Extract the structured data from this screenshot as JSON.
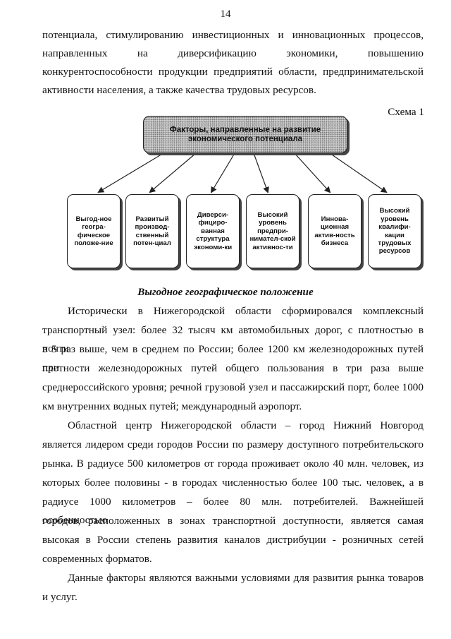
{
  "page_number": "14",
  "intro_lines": [
    "потенциала, стимулированию инвестиционных и инновационных процессов,",
    "направленных на диверсификацию экономики, повышению",
    "конкурентоспособности продукции предприятий области, предпринимательской",
    "активности населения, а также качества трудовых ресурсов."
  ],
  "scheme": {
    "label": "Схема 1",
    "title": "Факторы, направленные на развитие экономического потенциала",
    "factors": [
      "Выгод-ное геогра-фическое положе-ние",
      "Развитый производ-ственный потен-циал",
      "Диверси-фициро-ванная структура экономи-ки",
      "Высокий уровень предпри-нимател-ской активнос-ти",
      "Иннова-ционная актив-ность бизнеса",
      "Высокий уровень квалифи-кации трудовых ресурсов"
    ]
  },
  "section_heading": "Выгодное географическое положение",
  "paragraph_1_lines": [
    "Исторически в Нижегородской области сформировался комплексный",
    "транспортный узел: более 32 тысяч км автомобильных дорог, с плотностью в почти",
    "в 5 раз выше, чем в среднем по России; более 1200 км железнодорожных путей при",
    "плотности железнодорожных путей общего пользования в три раза выше",
    "среднероссийского уровня; речной грузовой узел и пассажирский порт, более 1000",
    "км внутренних водных путей; международный аэропорт."
  ],
  "paragraph_2_lines": [
    "Областной центр Нижегородской области – город Нижний Новгород",
    "является лидером среди городов России по размеру доступного потребительского",
    "рынка. В радиусе 500 километров от города проживает около 40 млн. человек, из",
    "которых более половины - в городах численностью более 100 тыс. человек, а в",
    "радиусе 1000 километров – более 80 млн. потребителей. Важнейшей особенностью",
    "городов, расположенных в зонах транспортной доступности, является самая",
    "высокая в России степень развития каналов дистрибуции - розничных сетей",
    "современных форматов."
  ],
  "paragraph_3_lines": [
    "Данные факторы являются важными условиями для развития рынка товаров",
    "и услуг."
  ]
}
